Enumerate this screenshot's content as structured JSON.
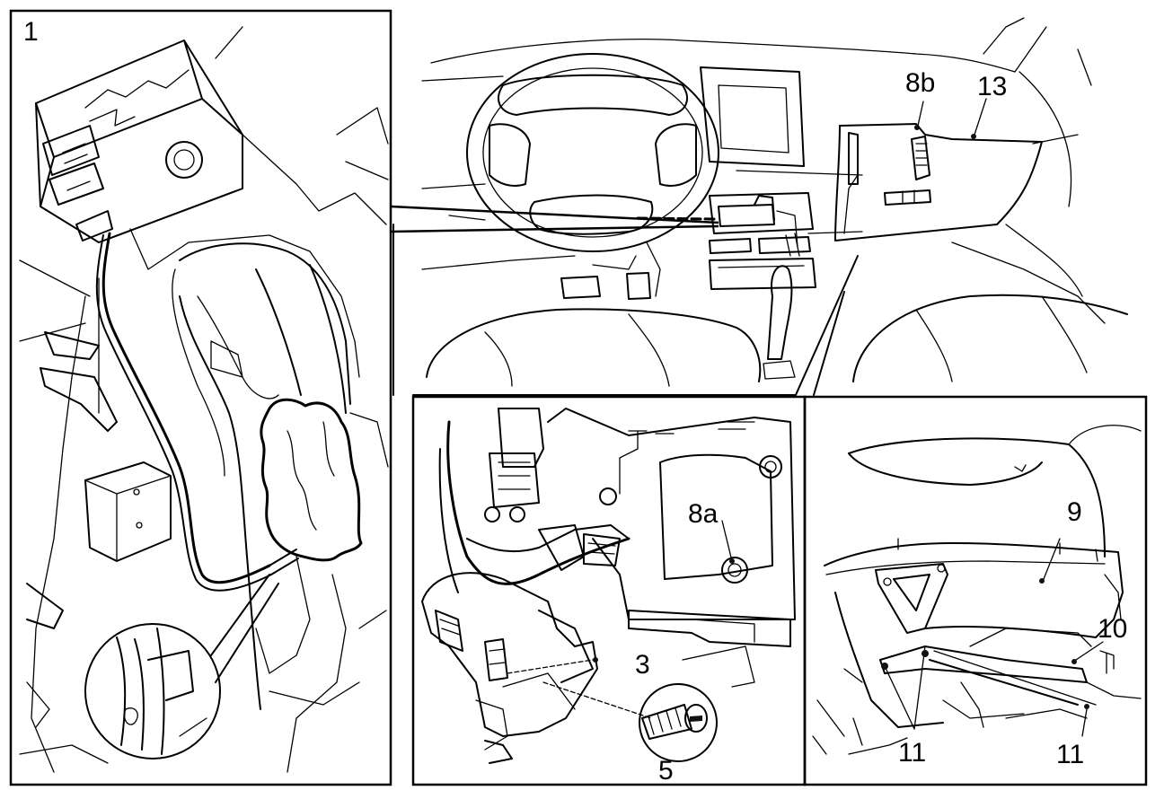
{
  "callouts": {
    "c1": "1",
    "c8b": "8b",
    "c13": "13",
    "c8a": "8a",
    "c3": "3",
    "c5": "5",
    "c9": "9",
    "c10": "10",
    "c11a": "11",
    "c11b": "11"
  },
  "icons": {
    "screw": "screw-icon",
    "module": "control-module-icon",
    "steering": "steering-wheel-icon"
  }
}
